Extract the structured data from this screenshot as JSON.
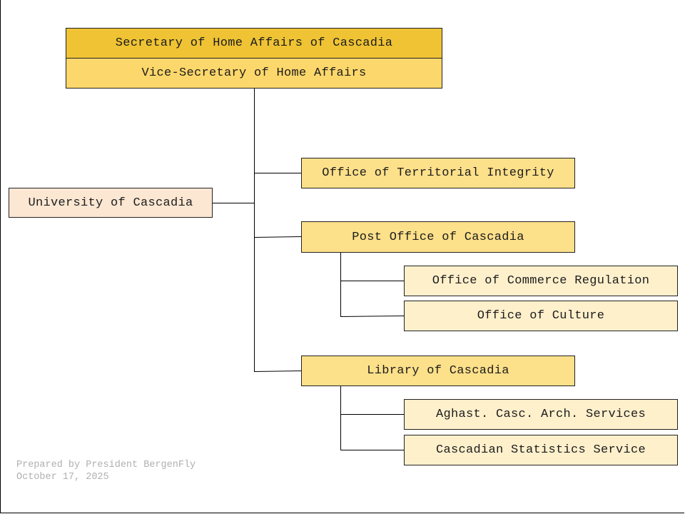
{
  "org": {
    "head": "Secretary of Home Affairs of Cascadia",
    "deputy": "Vice-Secretary of Home Affairs",
    "side_unit": "University of Cascadia",
    "units": [
      {
        "label": "Office of Territorial Integrity"
      },
      {
        "label": "Post Office of Cascadia",
        "children": [
          {
            "label": "Office of Commerce Regulation"
          },
          {
            "label": "Office of Culture"
          }
        ]
      },
      {
        "label": "Library of Cascadia",
        "children": [
          {
            "label": "Aghast. Casc. Arch. Services"
          },
          {
            "label": "Cascadian Statistics Service"
          }
        ]
      }
    ]
  },
  "footer": {
    "prepared_by": "Prepared by President BergenFly",
    "date": "October 17, 2025"
  },
  "colors": {
    "head_fill": "#efc334",
    "deputy_fill": "#fcd76b",
    "unit_fill": "#fde08a",
    "subunit_fill": "#fff0cc",
    "side_fill": "#fbe7d2"
  }
}
